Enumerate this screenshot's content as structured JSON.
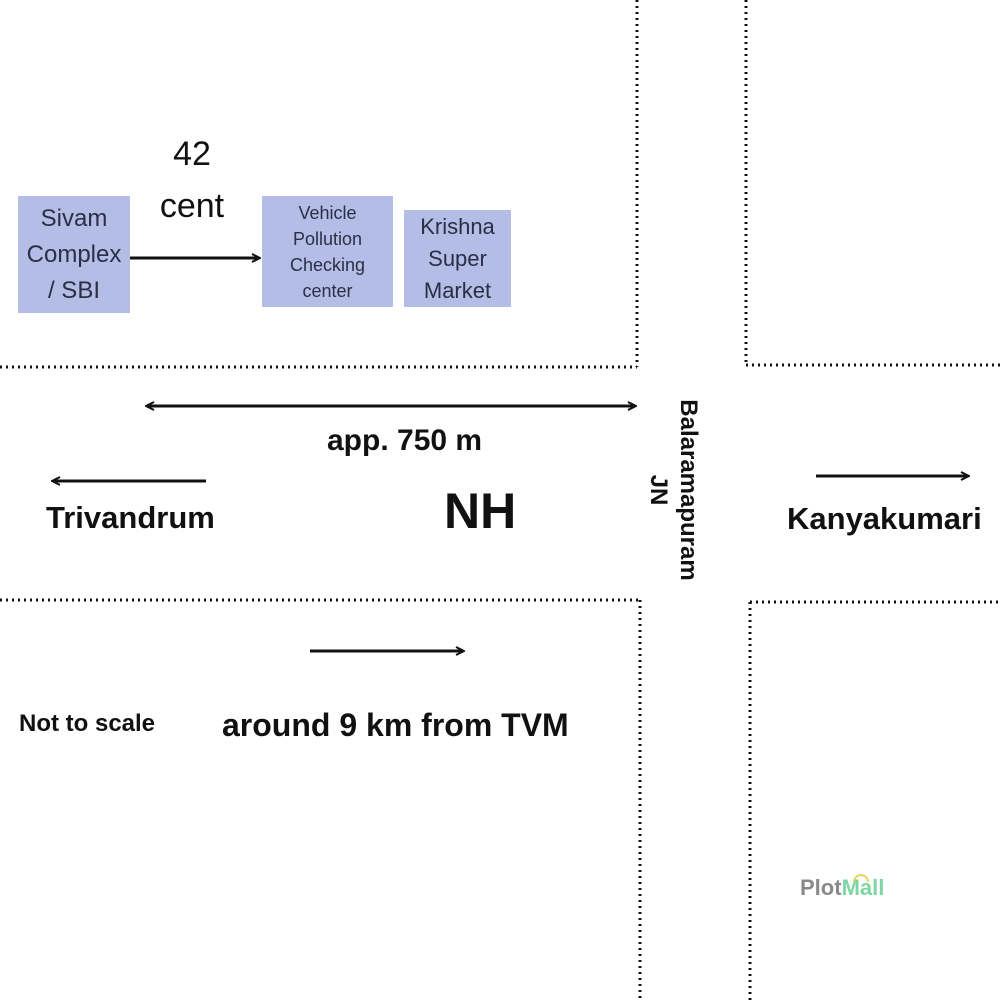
{
  "plot_area_label": "42\ncent",
  "buildings": [
    {
      "label": "Sivam\nComplex\n/ SBI"
    },
    {
      "label": "Vehicle\nPollution\nChecking\ncenter"
    },
    {
      "label": "Krishna\nSuper\nMarket"
    }
  ],
  "distance_label": "app. 750 m",
  "direction_west": "Trivandrum",
  "direction_east": "Kanyakumari",
  "road_label": "NH",
  "junction_label": "Balaramapuram\nJN",
  "distance_from_city": "around 9 km from TVM",
  "scale_note": "Not to scale",
  "logo": {
    "part1": "Plot",
    "part2": "Mall"
  },
  "colors": {
    "building_fill": "#b3bde6",
    "text": "#111111",
    "logo_gray": "#8a8a8a",
    "logo_green": "#7ed6a4"
  }
}
